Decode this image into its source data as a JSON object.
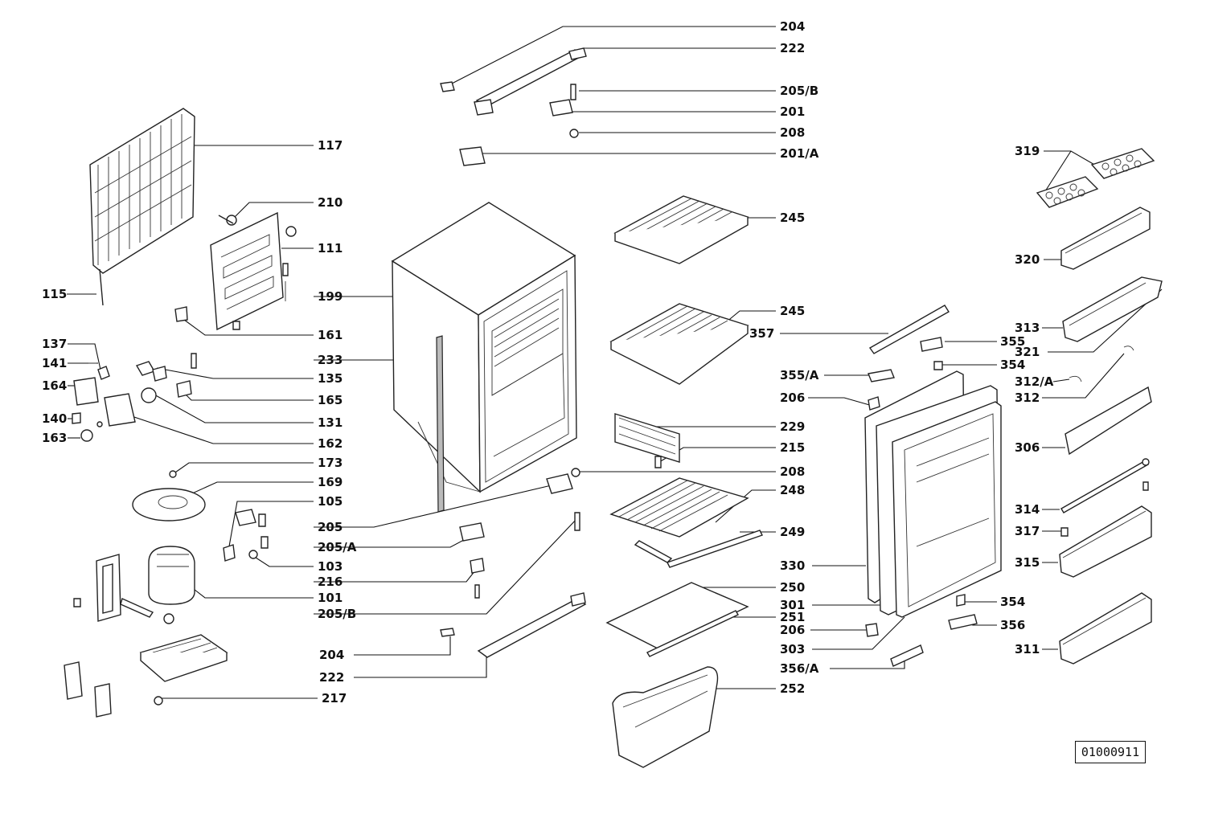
{
  "diagram": {
    "drawing_code": "01000911",
    "labels": {
      "l204a": "204",
      "l222a": "222",
      "l205Ba": "205/B",
      "l201": "201",
      "l208a": "208",
      "l201A": "201/A",
      "l117": "117",
      "l210": "210",
      "l111": "111",
      "l115": "115",
      "l199": "199",
      "l161": "161",
      "l137": "137",
      "l141": "141",
      "l233": "233",
      "l135": "135",
      "l164": "164",
      "l165": "165",
      "l140": "140",
      "l131": "131",
      "l163": "163",
      "l162": "162",
      "l173": "173",
      "l169": "169",
      "l105": "105",
      "l205": "205",
      "l205A": "205/A",
      "l103": "103",
      "l216": "216",
      "l101": "101",
      "l205Bb": "205/B",
      "l204b": "204",
      "l222b": "222",
      "l217": "217",
      "l245a": "245",
      "l245b": "245",
      "l229": "229",
      "l215": "215",
      "l208b": "208",
      "l248": "248",
      "l249": "249",
      "l250": "250",
      "l251": "251",
      "l252": "252",
      "l357": "357",
      "l355A": "355/A",
      "l206a": "206",
      "l330": "330",
      "l301": "301",
      "l206b": "206",
      "l303": "303",
      "l356A": "356/A",
      "l355": "355",
      "l354a": "354",
      "l354b": "354",
      "l356": "356",
      "l319": "319",
      "l320": "320",
      "l313": "313",
      "l321": "321",
      "l312A": "312/A",
      "l312": "312",
      "l306": "306",
      "l314": "314",
      "l317": "317",
      "l315": "315",
      "l311": "311"
    }
  }
}
